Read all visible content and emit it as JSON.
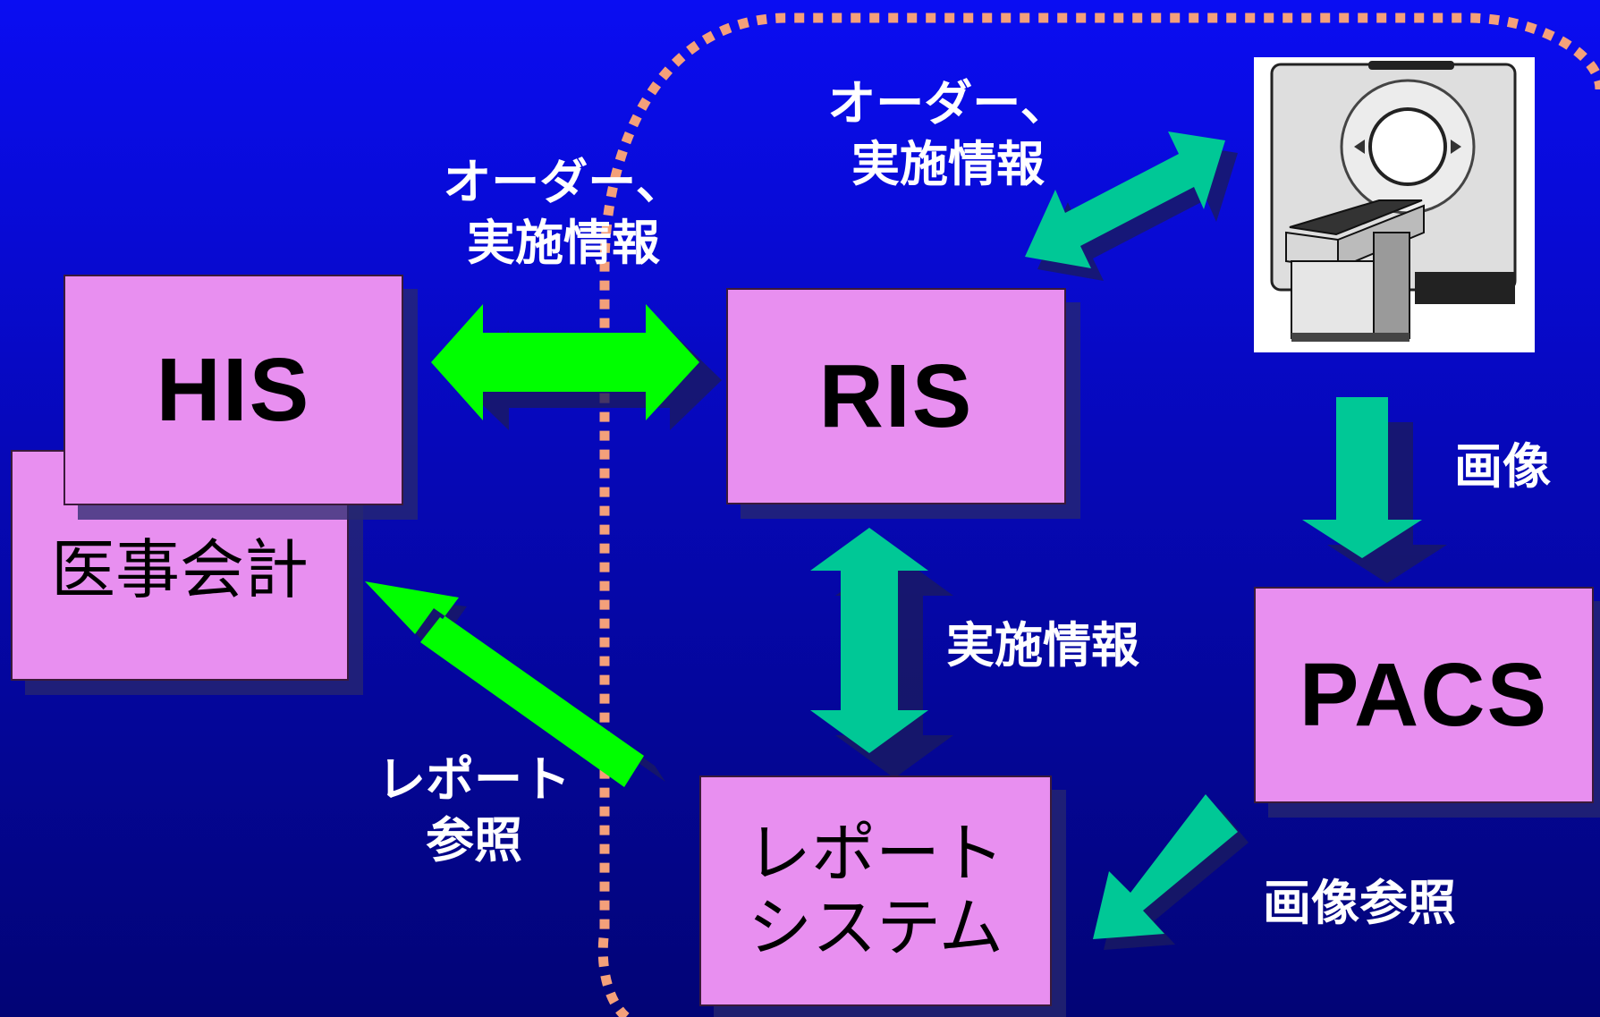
{
  "nodes": {
    "his": "HIS",
    "accounting": "医事会計",
    "ris": "RIS",
    "pacs": "PACS",
    "report_line1": "レポート",
    "report_line2": "システム"
  },
  "edges": {
    "his_ris": "オーダー、\n実施情報",
    "ris_modality": "オーダー、\n実施情報",
    "modality_pacs": "画像",
    "ris_report": "実施情報",
    "report_accounting": "レポート\n参照",
    "pacs_report": "画像参照"
  },
  "colors": {
    "box": "#e88ff0",
    "bright_arrow": "#00ff00",
    "teal_arrow": "#00c896",
    "boundary": "#f4a07a"
  }
}
